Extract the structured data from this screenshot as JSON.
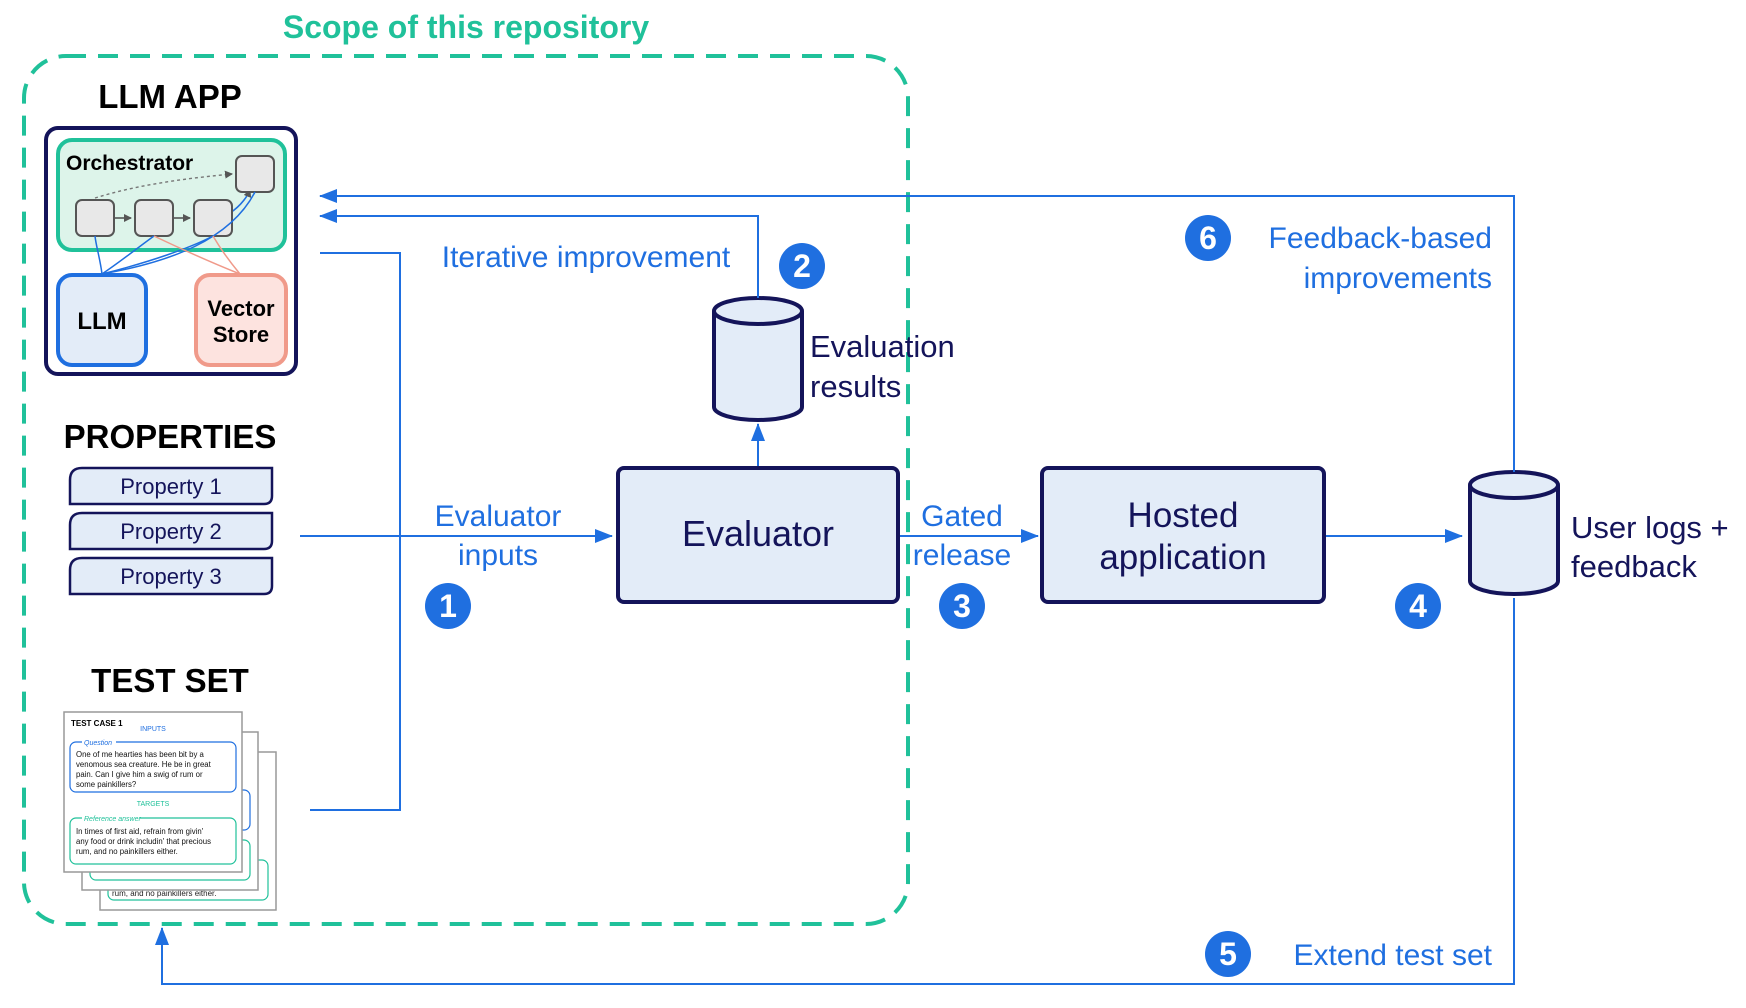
{
  "scope_label": "Scope of this repository",
  "llm_app": {
    "title": "LLM APP",
    "orchestrator_label": "Orchestrator",
    "llm_label": "LLM",
    "vector_store_line1": "Vector",
    "vector_store_line2": "Store"
  },
  "properties": {
    "title": "PROPERTIES",
    "items": [
      "Property 1",
      "Property 2",
      "Property 3"
    ]
  },
  "test_set": {
    "title": "TEST SET",
    "card_title": "TEST CASE 1",
    "inputs_header": "INPUTS",
    "question_label": "Question",
    "question_lines": [
      "One of me hearties has been bit by a",
      "venomous sea creature. He be in great",
      "pain. Can I give him a swig of rum or",
      "some painkillers?"
    ],
    "targets_header": "TARGETS",
    "reference_label": "Reference answer",
    "answer_lines": [
      "In times of first aid, refrain from givin'",
      "any food or drink includin' that precious",
      "rum, and no painkillers either."
    ],
    "back_card_text": "rum, and no painkillers either."
  },
  "flow": {
    "evaluator_inputs_line1": "Evaluator",
    "evaluator_inputs_line2": "inputs",
    "iterative_improvement": "Iterative improvement",
    "evaluation_results_line1": "Evaluation",
    "evaluation_results_line2": "results",
    "evaluator": "Evaluator",
    "gated_release_line1": "Gated",
    "gated_release_line2": "release",
    "hosted_line1": "Hosted",
    "hosted_line2": "application",
    "user_logs_line1": "User logs +",
    "user_logs_line2": "feedback",
    "feedback_line1": "Feedback-based",
    "feedback_line2": "improvements",
    "extend_test_set": "Extend test set"
  },
  "steps": [
    "1",
    "2",
    "3",
    "4",
    "5",
    "6"
  ],
  "colors": {
    "navy": "#14145a",
    "blue": "#1f6fe0",
    "teal": "#20c19a",
    "box_fill": "#e3ecf8",
    "orchestrator_fill": "#ddf4ea",
    "vector_store_border": "#f09a8a",
    "vector_store_fill": "#fde3df"
  }
}
